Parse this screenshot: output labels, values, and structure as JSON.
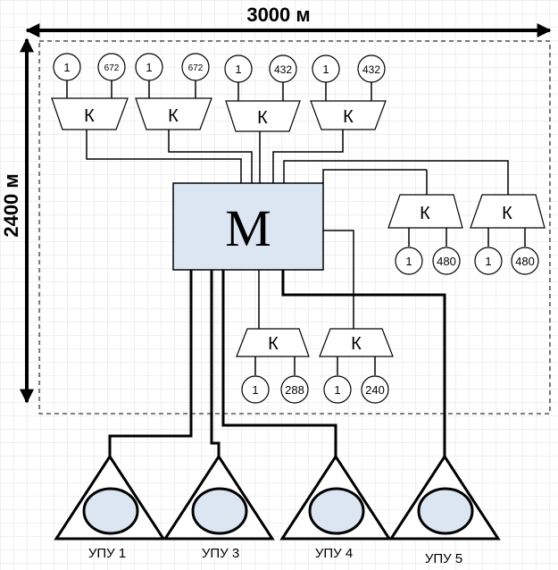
{
  "dimensions": {
    "width_label": "3000 м",
    "height_label": "2400 м"
  },
  "center": {
    "label": "М"
  },
  "top_groups": [
    {
      "k": "К",
      "left": "1",
      "right": "672"
    },
    {
      "k": "К",
      "left": "1",
      "right": "672"
    },
    {
      "k": "К",
      "left": "1",
      "right": "432"
    },
    {
      "k": "К",
      "left": "1",
      "right": "432"
    }
  ],
  "right_groups": [
    {
      "k": "К",
      "left": "1",
      "right": "480"
    },
    {
      "k": "К",
      "left": "1",
      "right": "480"
    }
  ],
  "bottom_groups": [
    {
      "k": "К",
      "left": "1",
      "right": "288"
    },
    {
      "k": "К",
      "left": "1",
      "right": "240"
    }
  ],
  "upu": [
    {
      "label": "УПУ 1"
    },
    {
      "label": "УПУ 3"
    },
    {
      "label": "УПУ 4"
    },
    {
      "label": "УПУ 5"
    }
  ],
  "colors": {
    "grid": "#d9d9d9",
    "box_fill": "#dce6f2",
    "stroke": "#000000"
  }
}
